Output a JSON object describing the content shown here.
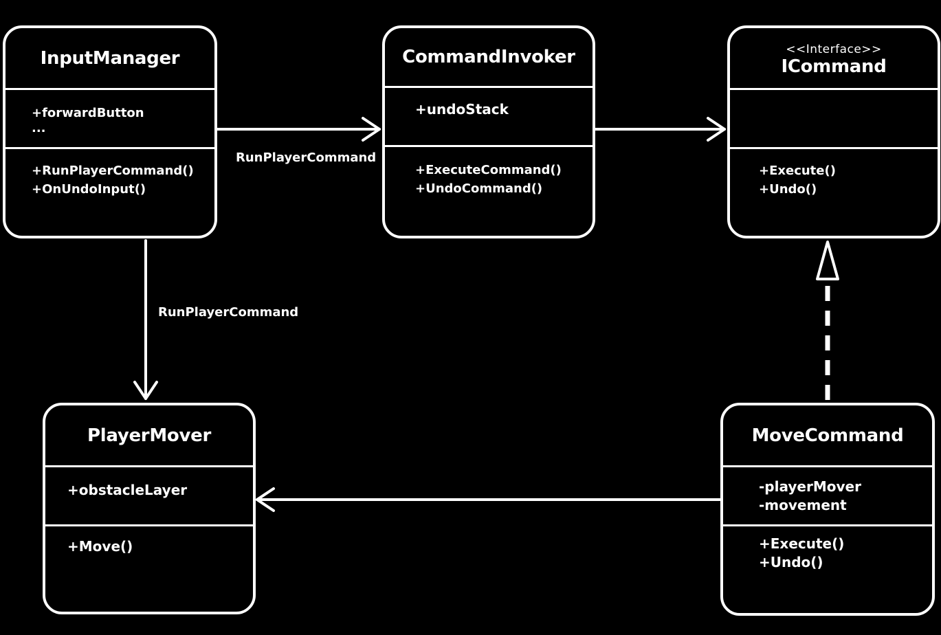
{
  "diagram": {
    "classes": {
      "input_manager": {
        "name": "InputManager",
        "attributes": [
          "+forwardButton",
          "..."
        ],
        "operations": [
          "+RunPlayerCommand()",
          "+OnUndoInput()"
        ]
      },
      "command_invoker": {
        "name": "CommandInvoker",
        "attributes": [
          "+undoStack"
        ],
        "operations": [
          "+ExecuteCommand()",
          "+UndoCommand()"
        ]
      },
      "icommand": {
        "stereotype": "<<Interface>>",
        "name": "ICommand",
        "attributes": [],
        "operations": [
          "+Execute()",
          "+Undo()"
        ]
      },
      "player_mover": {
        "name": "PlayerMover",
        "attributes": [
          "+obstacleLayer"
        ],
        "operations": [
          "+Move()"
        ]
      },
      "move_command": {
        "name": "MoveCommand",
        "attributes": [
          "-playerMover",
          "-movement"
        ],
        "operations": [
          "+Execute()",
          "+Undo()"
        ]
      }
    },
    "relations": {
      "input_to_invoker": {
        "label": "RunPlayerCommand"
      },
      "input_to_mover": {
        "label": "RunPlayerCommand"
      }
    },
    "colors": {
      "background": "#000000",
      "foreground": "#ffffff"
    }
  }
}
